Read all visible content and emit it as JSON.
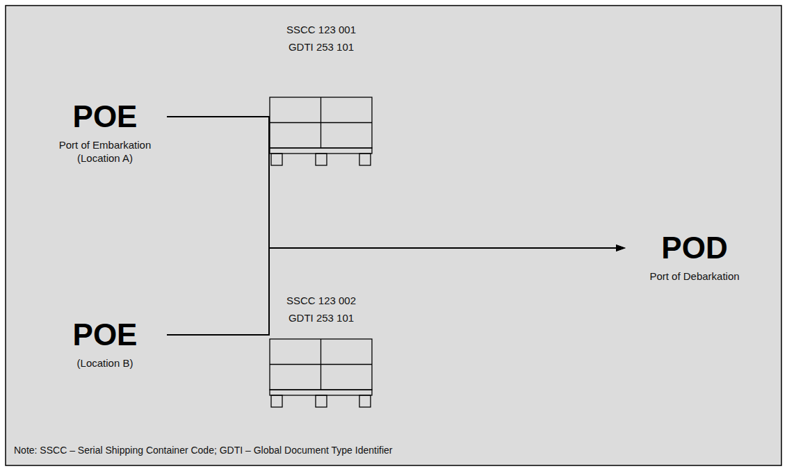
{
  "diagram": {
    "nodes": [
      {
        "text": [
          "POE",
          "Port of Embarkation (Location A)"
        ]
      },
      {
        "text": [
          "POE",
          "(Location B)"
        ]
      },
      {
        "text": [
          "POD",
          "Port of Debarkation"
        ]
      }
    ],
    "edges": [
      {
        "from": 0,
        "to": 2,
        "arrow": "to"
      },
      {
        "from": 1,
        "to": 2,
        "arrow": "to"
      }
    ],
    "labels": [
      "SSCC 123 001",
      "GDTI 253 101",
      "SSCC 123 002",
      "GDTI 253 101",
      "Note: SSCC – Serial Shipping Container Code; GDTI – Global Document Type Identifier"
    ]
  }
}
